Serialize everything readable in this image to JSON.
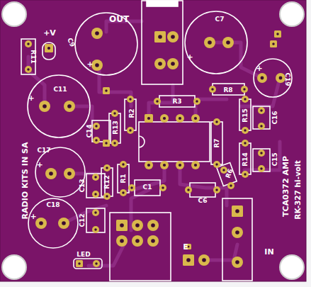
{
  "diagram": {
    "labels": [
      "OUT",
      "+V",
      "R11",
      "C9",
      "+",
      "C7",
      "+",
      "C19",
      "+",
      "C11",
      "+",
      "R3",
      "R8",
      "R2",
      "R15",
      "C16",
      "C14",
      "R13",
      "R7",
      "R14",
      "C15",
      "C17",
      "+",
      "C13",
      "R12",
      "R1",
      "R6",
      "C1",
      "C6",
      "C18",
      "+",
      "C12",
      "LED",
      "E",
      "IN",
      "RADIO KITS IN SA",
      "TCA0372 AMP",
      "RK-327 hi-volt"
    ]
  }
}
